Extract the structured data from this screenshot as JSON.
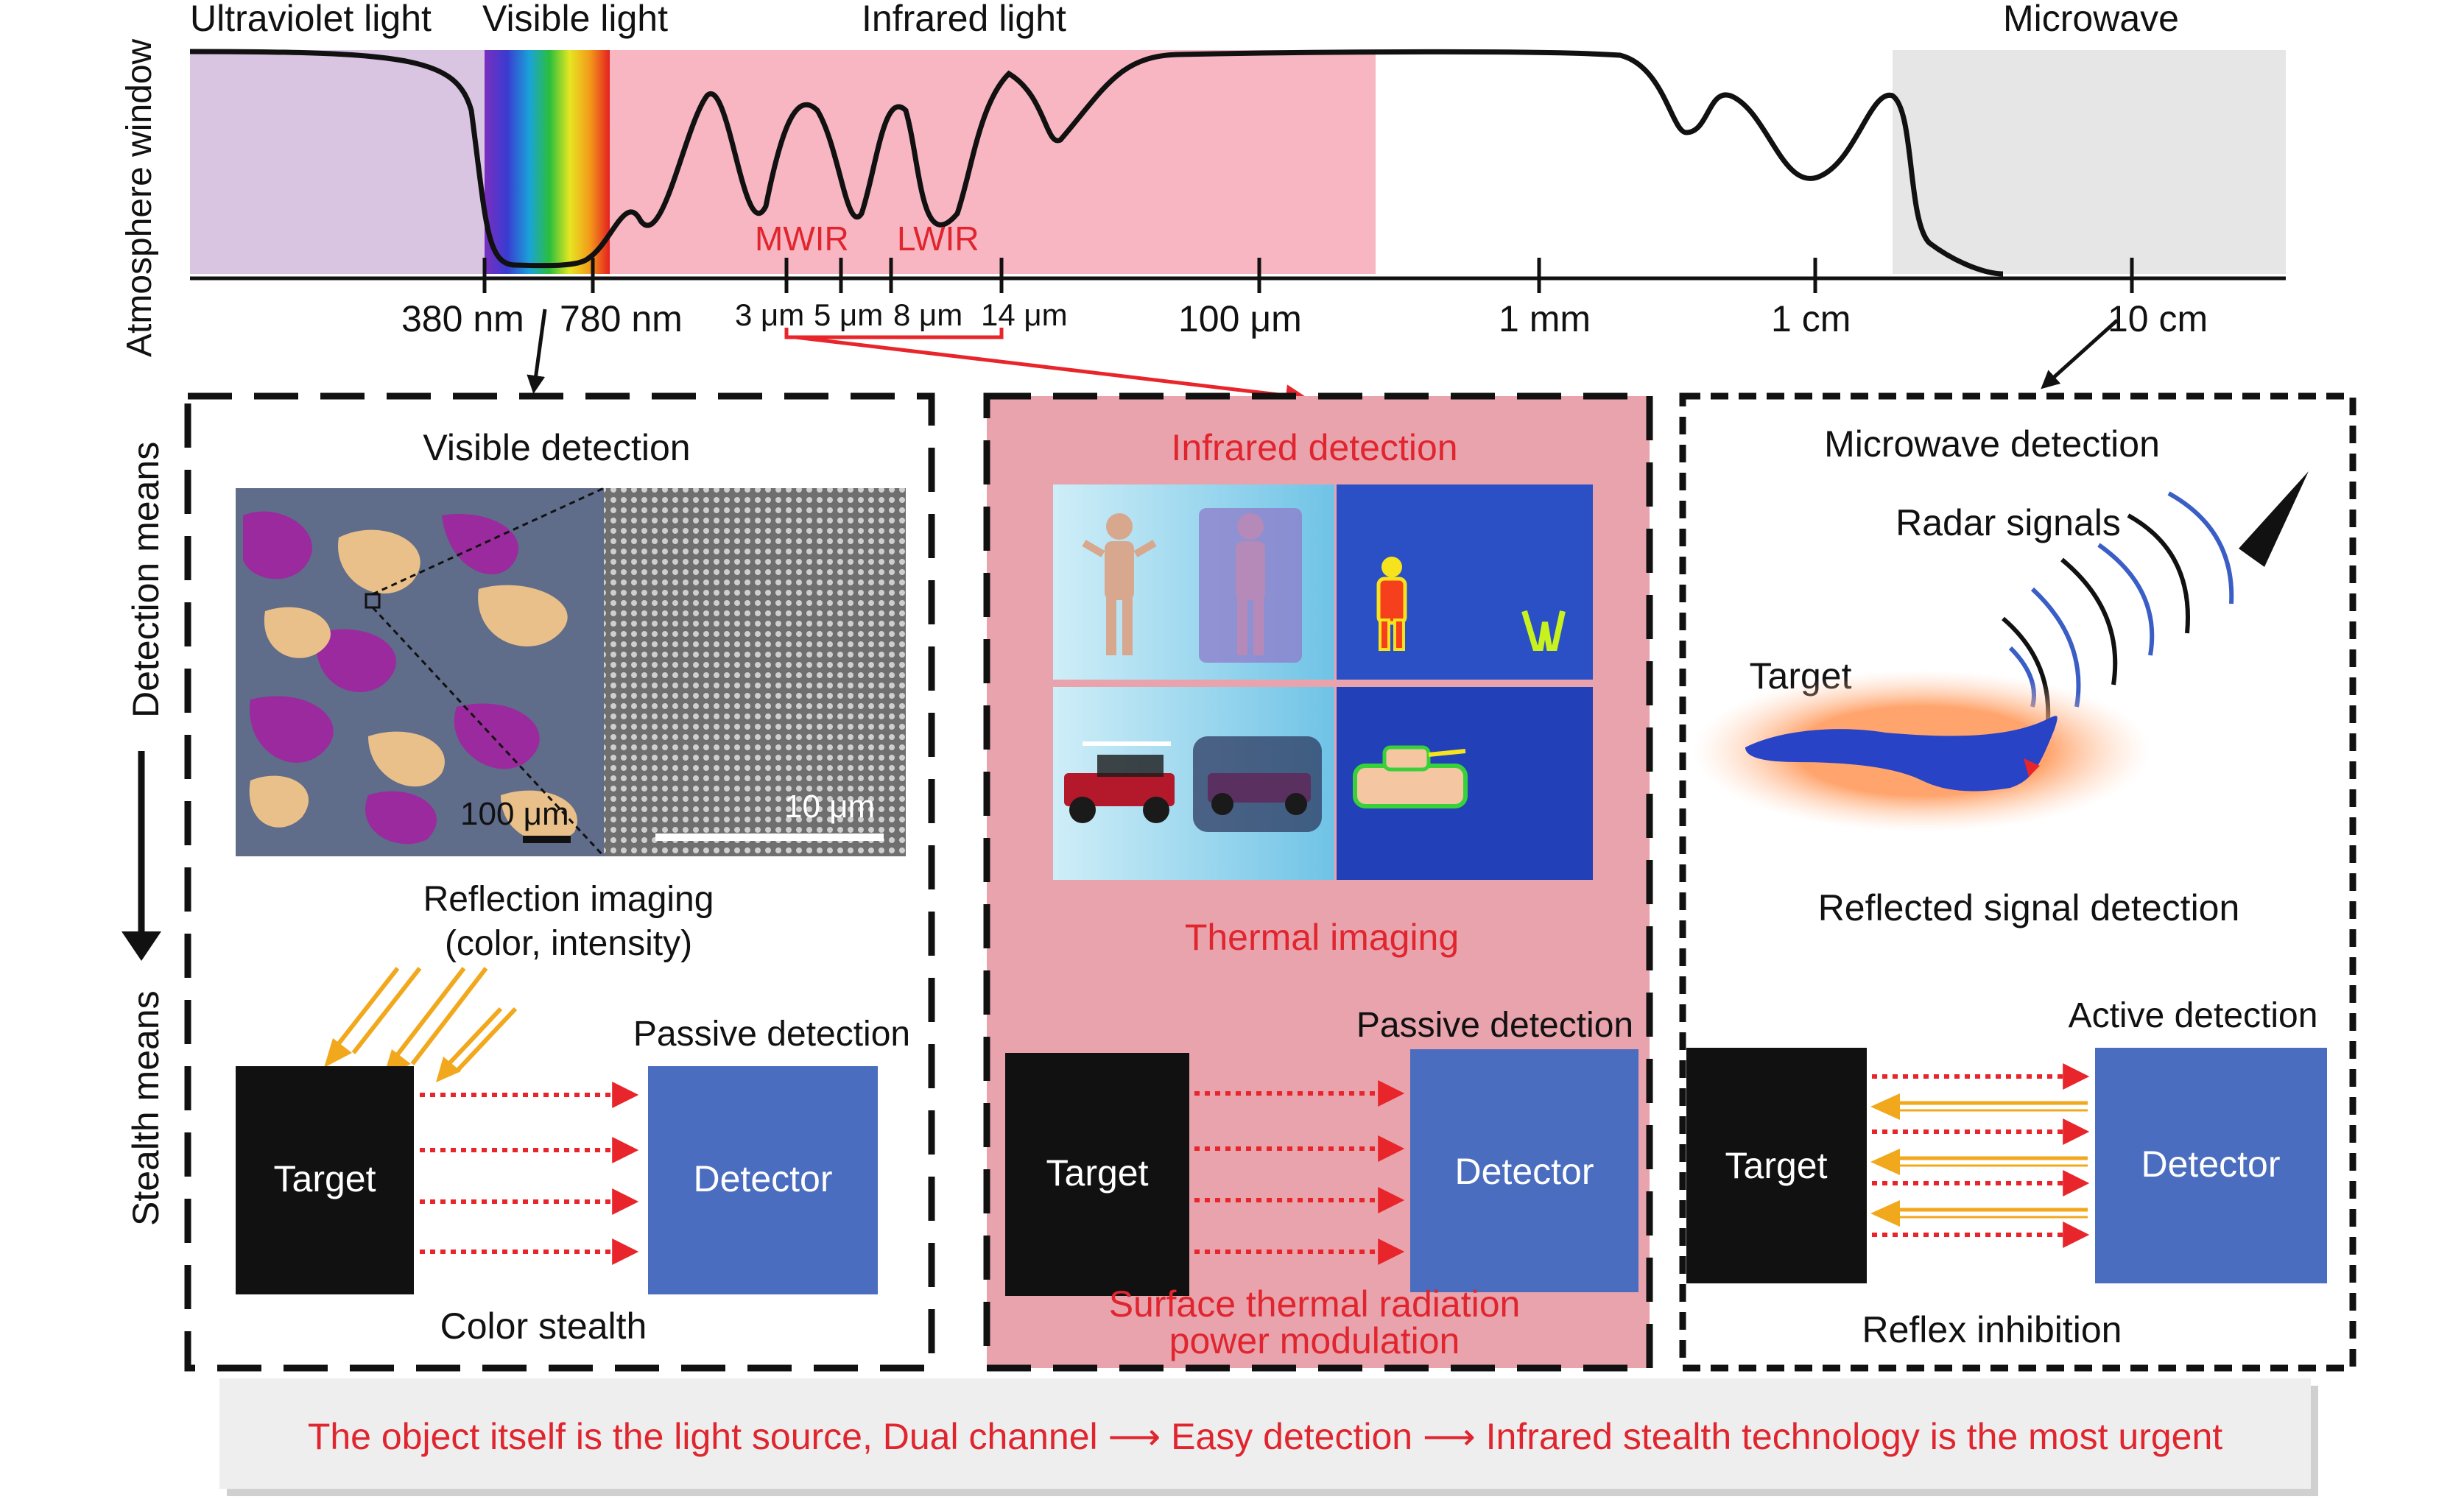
{
  "colors": {
    "uv": "#d9c5e2",
    "infrared": "#f7b6c2",
    "microwave": "#e6e6e6",
    "infrared_panel": "#e8a3ad",
    "red_text": "#e0252e",
    "detector_blue": "#4a6dbf",
    "arrow_red": "#e8252a",
    "arrow_orange": "#f2a81d",
    "footer_bg": "#eeeeee"
  },
  "spectrum": {
    "region_labels": {
      "uv": "Ultraviolet light",
      "visible": "Visible light",
      "infrared": "Infrared light",
      "microwave": "Microwave"
    },
    "y_axis_label": "Atmosphere window",
    "sub_bands": {
      "mwir": "MWIR",
      "lwir": "LWIR"
    },
    "ticks": [
      "380 nm",
      "780 nm",
      "3 μm",
      "5 μm",
      "8 μm",
      "14 μm",
      "100 μm",
      "1 mm",
      "1 cm",
      "10 cm"
    ]
  },
  "left_axis": {
    "top": "Detection means",
    "bottom": "Stealth means"
  },
  "panels": {
    "visible": {
      "title": "Visible detection",
      "scale_left": "100 μm",
      "scale_right": "10 μm",
      "caption_line1": "Reflection imaging",
      "caption_line2": "(color, intensity)",
      "mode": "Passive detection",
      "target": "Target",
      "detector": "Detector",
      "stealth": "Color stealth"
    },
    "infrared": {
      "title": "Infrared detection",
      "caption": "Thermal imaging",
      "mode": "Passive detection",
      "target": "Target",
      "detector": "Detector",
      "stealth_line1": "Surface thermal radiation",
      "stealth_line2": "power modulation"
    },
    "microwave": {
      "title": "Microwave detection",
      "radar": "Radar signals",
      "target_label": "Target",
      "caption": "Reflected signal detection",
      "mode": "Active detection",
      "target": "Target",
      "detector": "Detector",
      "stealth": "Reflex inhibition"
    }
  },
  "footer": {
    "part1": "The object itself is the light source, Dual channel",
    "part2": "Easy detection",
    "part3": "Infrared stealth technology is the most urgent"
  }
}
